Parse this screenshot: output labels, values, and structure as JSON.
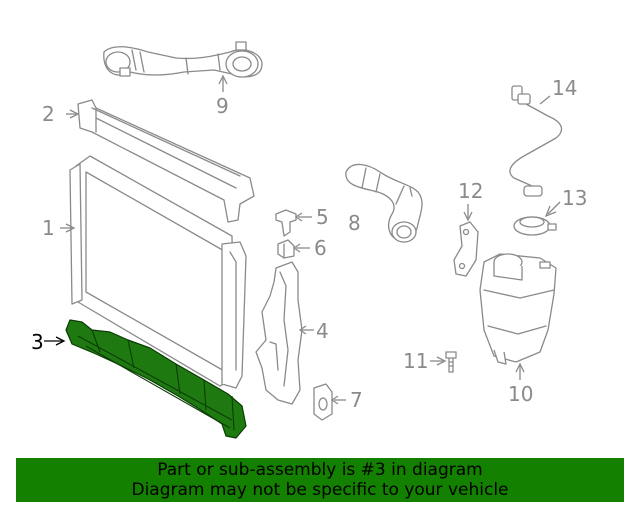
{
  "diagram": {
    "callouts": [
      {
        "id": "1",
        "label": "1"
      },
      {
        "id": "2",
        "label": "2"
      },
      {
        "id": "3",
        "label": "3",
        "highlighted": true
      },
      {
        "id": "4",
        "label": "4"
      },
      {
        "id": "5",
        "label": "5"
      },
      {
        "id": "6",
        "label": "6"
      },
      {
        "id": "7",
        "label": "7"
      },
      {
        "id": "8",
        "label": "8"
      },
      {
        "id": "9",
        "label": "9"
      },
      {
        "id": "10",
        "label": "10"
      },
      {
        "id": "11",
        "label": "11"
      },
      {
        "id": "12",
        "label": "12"
      },
      {
        "id": "13",
        "label": "13"
      },
      {
        "id": "14",
        "label": "14"
      }
    ],
    "colors": {
      "line_art": "#8a8a8a",
      "highlight_fill": "#1e7a10",
      "banner_bg": "#138000",
      "active_label": "#000000"
    }
  },
  "banner": {
    "line1": "Part or sub-assembly is #3 in diagram",
    "line2": "Diagram may not be specific to your vehicle"
  }
}
